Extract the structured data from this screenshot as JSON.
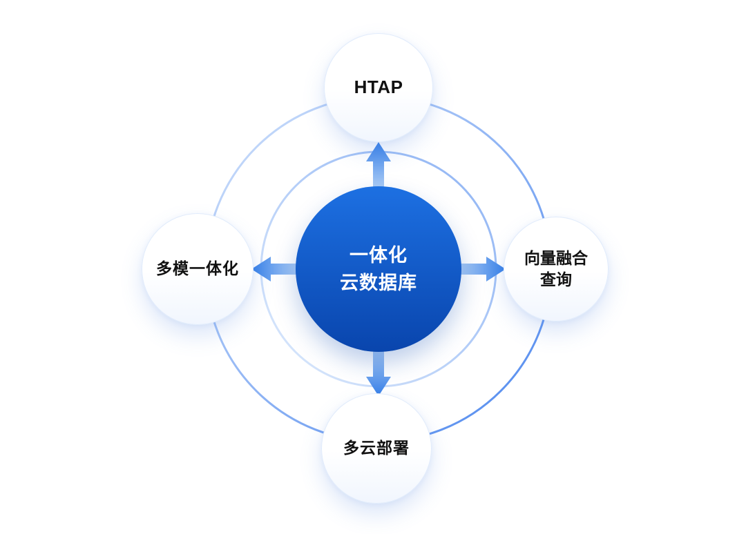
{
  "center": {
    "line1": "一体化",
    "line2": "云数据库"
  },
  "nodes": {
    "top": {
      "label": "HTAP"
    },
    "right": {
      "line1": "向量融合",
      "line2": "查询"
    },
    "bottom": {
      "label": "多云部署"
    },
    "left": {
      "label": "多模一体化"
    }
  },
  "colors": {
    "center_top": "#1d70e2",
    "center_bottom": "#0945ad",
    "ring_light": "#d3e3fb",
    "ring_mid": "#8fb4f4",
    "ring_dark": "#4b86ee",
    "inner_light": "#dbe9fc",
    "inner_dark": "#7fa9f2",
    "arrow_light": "#bcd7f8",
    "arrow_dark": "#2e7ae6",
    "node_border": "#e0ebfb",
    "label_text": "#111111"
  }
}
